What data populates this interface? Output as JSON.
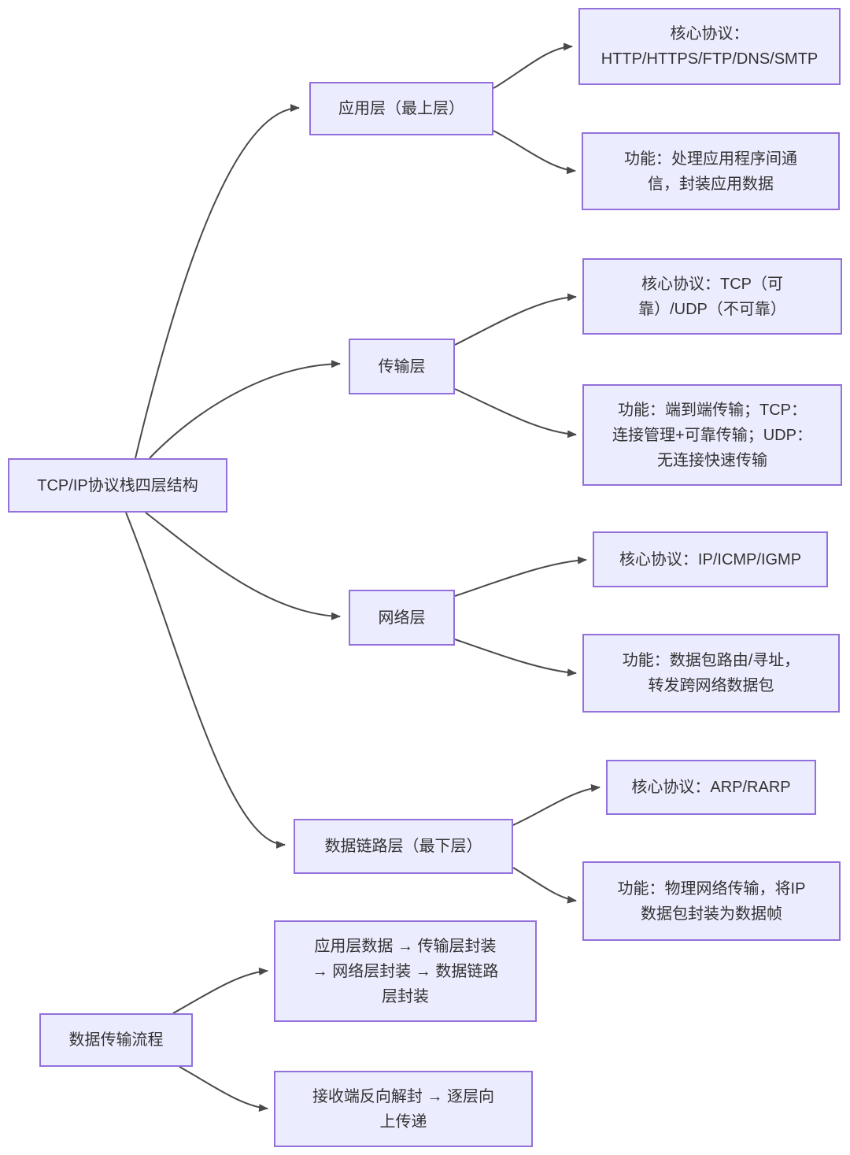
{
  "style": {
    "node_fill": "#ECECFF",
    "node_border": "#9370DB",
    "edge_color": "#4a4a4a",
    "text_color": "#333333",
    "background": "#ffffff"
  },
  "mindmap": {
    "roots": [
      {
        "label": "TCP/IP协议栈四层结构",
        "children": [
          {
            "label": "应用层（最上层）",
            "children": [
              {
                "label": "核心协议：\nHTTP/HTTPS/FTP/DNS/SMTP"
              },
              {
                "label": "功能：处理应用程序间通\n信，封装应用数据"
              }
            ]
          },
          {
            "label": "传输层",
            "children": [
              {
                "label": "核心协议：TCP（可\n靠）/UDP（不可靠）"
              },
              {
                "label": "功能：端到端传输；TCP：\n连接管理+可靠传输；UDP：\n无连接快速传输"
              }
            ]
          },
          {
            "label": "网络层",
            "children": [
              {
                "label": "核心协议：IP/ICMP/IGMP"
              },
              {
                "label": "功能：数据包路由/寻址，\n转发跨网络数据包"
              }
            ]
          },
          {
            "label": "数据链路层（最下层）",
            "children": [
              {
                "label": "核心协议：ARP/RARP"
              },
              {
                "label": "功能：物理网络传输，将IP\n数据包封装为数据帧"
              }
            ]
          }
        ]
      },
      {
        "label": "数据传输流程",
        "children": [
          {
            "label": "应用层数据 → 传输层封装\n→ 网络层封装 → 数据链路\n层封装"
          },
          {
            "label": "接收端反向解封 → 逐层向\n上传递"
          }
        ]
      }
    ]
  }
}
